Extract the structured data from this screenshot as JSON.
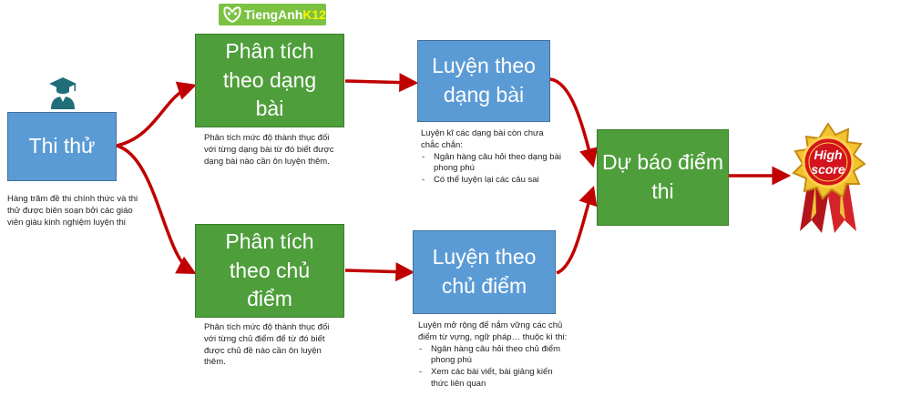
{
  "logo": {
    "brand": "TiengAnh",
    "suffix": "K12",
    "icon": "owl-logo-icon"
  },
  "nodes": {
    "thi_thu": {
      "label": "Thi thử",
      "icon": "graduate-icon"
    },
    "phan_tich_dang": {
      "label": "Phân tích theo dạng bài"
    },
    "phan_tich_chu_diem": {
      "label": "Phân tích theo chủ điểm"
    },
    "luyen_dang": {
      "label": "Luyện theo dạng bài"
    },
    "luyen_chu_diem": {
      "label": "Luyện theo chủ điểm"
    },
    "du_bao": {
      "label": "Dự báo điểm thi"
    },
    "high_score": {
      "line1": "High",
      "line2": "score",
      "icon": "high-score-badge-icon"
    }
  },
  "notes": {
    "thi_thu": "Hàng trăm đề thi chính thức và thi thử được biên soạn bởi các giáo viên giàu kinh nghiệm luyện thi",
    "phan_tich_dang": "Phân tích mức độ thành thục đối với từng dạng bài từ đó biết được dạng bài nào cần ôn luyện thêm.",
    "phan_tich_chu_diem": "Phân tích mức độ thành thục đối với từng chủ điểm để từ đó biết được chủ đề nào cần ôn luyện thêm.",
    "luyen_dang": {
      "intro": "Luyện kĩ các dạng bài còn chưa chắc chắn:",
      "items": [
        "Ngân hàng câu hỏi theo dạng bài phong phú",
        "Có thể luyện lại các câu sai"
      ]
    },
    "luyen_chu_diem": {
      "intro": "Luyện mở rộng để nắm vững các chủ điểm từ vựng, ngữ pháp… thuộc kì thi:",
      "items": [
        "Ngân hàng câu hỏi theo chủ điểm phong phú",
        "Xem các bài viết, bài giảng kiến thức liên quan"
      ]
    }
  },
  "colors": {
    "blue": "#5b9bd5",
    "green": "#4e9e3b",
    "arrow": "#c00000",
    "logo": "#7cc242"
  }
}
